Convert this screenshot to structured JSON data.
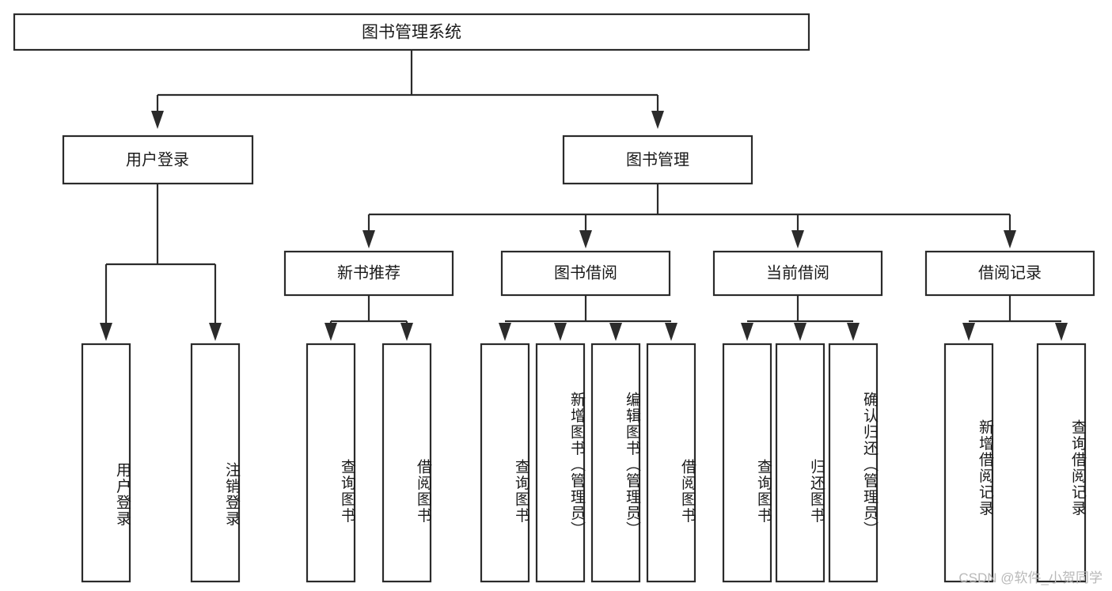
{
  "diagram": {
    "title": "图书管理系统",
    "type": "tree-hierarchy",
    "watermark": "CSDN @软件_小贺同学",
    "colors": {
      "stroke": "#2b2b2b",
      "fill": "#ffffff",
      "text": "#1a1a1a",
      "watermark": "#b9b9b9",
      "background": "#ffffff"
    },
    "root": {
      "label": "图书管理系统"
    },
    "level1": [
      {
        "label": "用户登录"
      },
      {
        "label": "图书管理"
      }
    ],
    "level2": [
      {
        "label": "新书推荐"
      },
      {
        "label": "图书借阅"
      },
      {
        "label": "当前借阅"
      },
      {
        "label": "借阅记录"
      }
    ],
    "leaves": {
      "user_login": [
        {
          "label": "用户登录"
        },
        {
          "label": "注销登录"
        }
      ],
      "new_book_recommend": [
        {
          "label": "查询图书"
        },
        {
          "label": "借阅图书"
        }
      ],
      "book_borrow": [
        {
          "label": "查询图书"
        },
        {
          "label": "新增图书（管理员）"
        },
        {
          "label": "编辑图书（管理员）"
        },
        {
          "label": "借阅图书"
        }
      ],
      "current_borrow": [
        {
          "label": "查询图书"
        },
        {
          "label": "归还图书"
        },
        {
          "label": "确认归还（管理员）"
        }
      ],
      "borrow_record": [
        {
          "label": "新增借阅记录"
        },
        {
          "label": "查询借阅记录"
        }
      ]
    }
  }
}
